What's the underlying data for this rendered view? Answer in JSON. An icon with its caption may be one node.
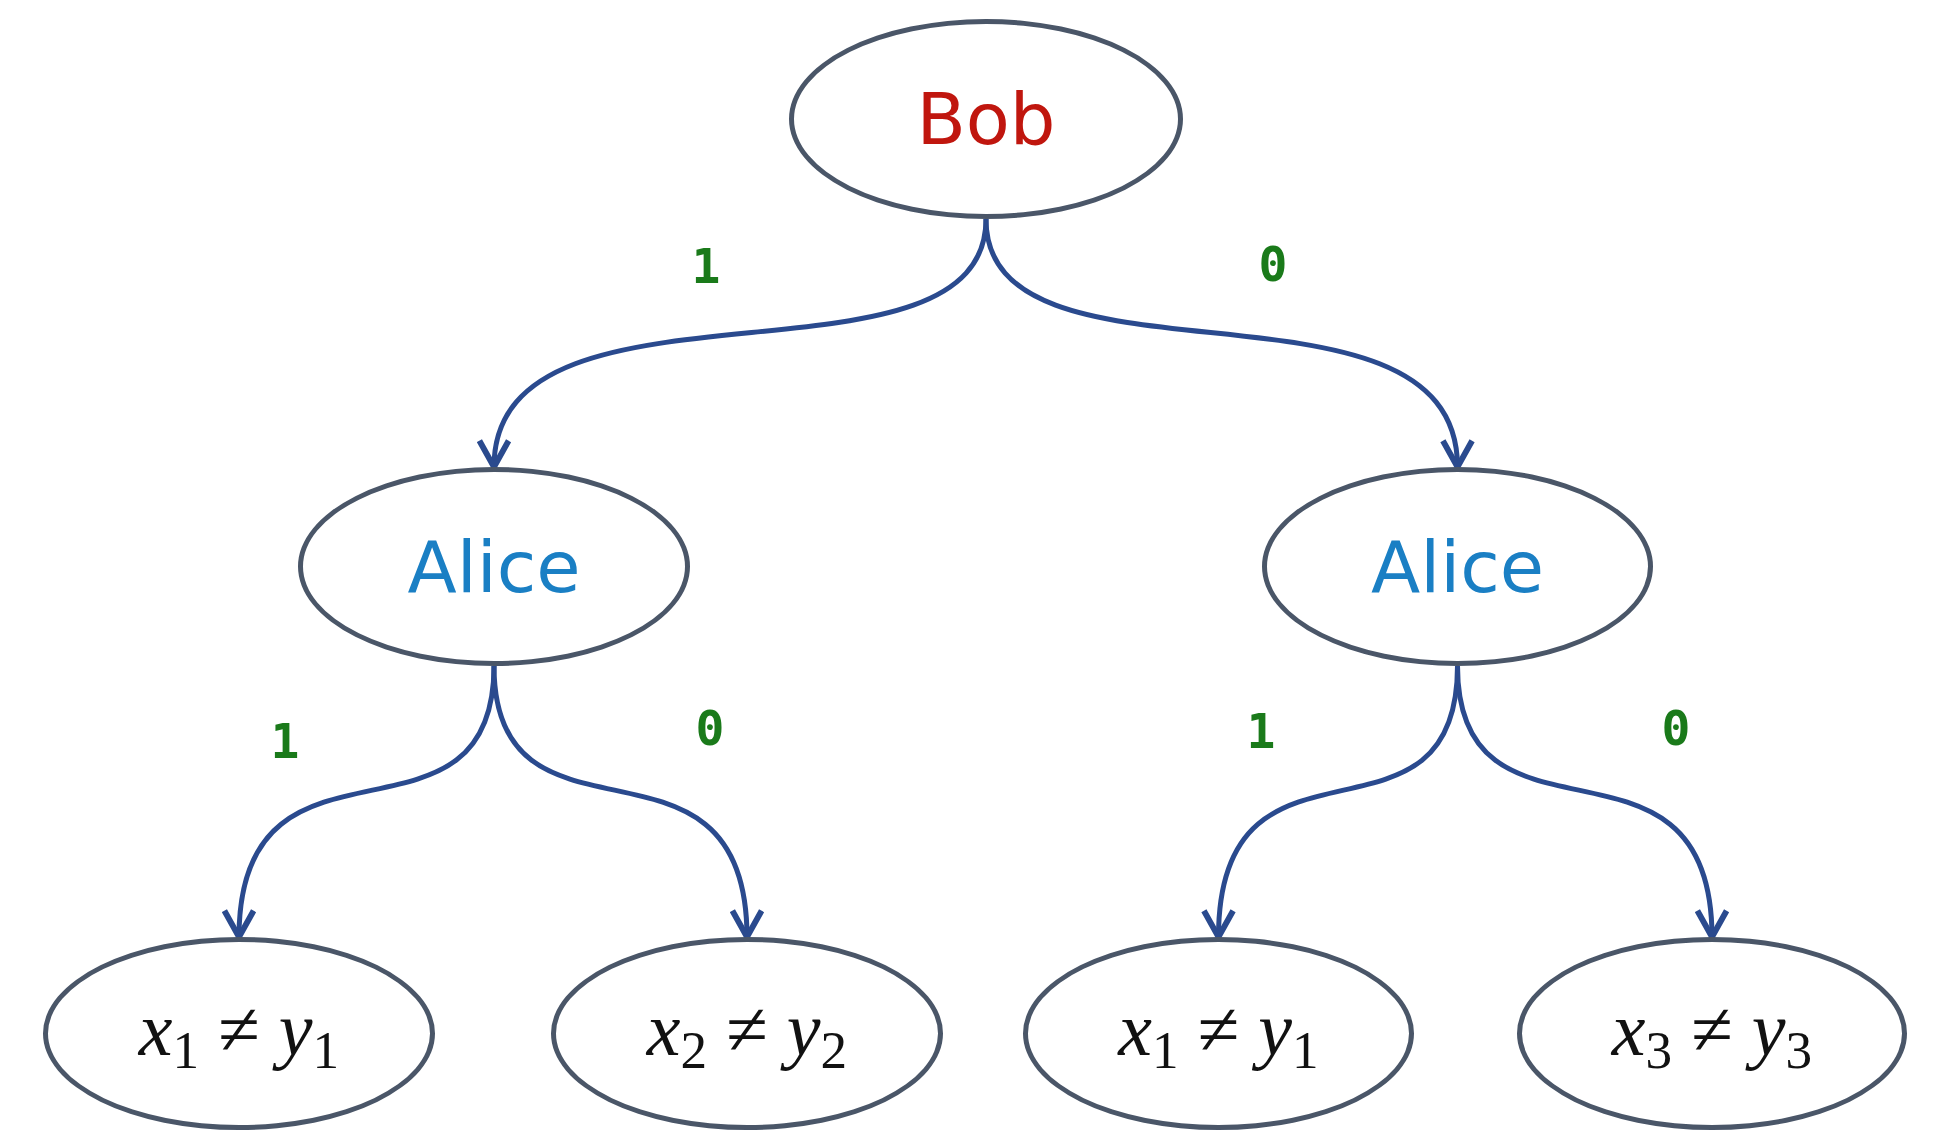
{
  "diagram": {
    "nodes": [
      {
        "text": [
          "Bob"
        ]
      },
      {
        "text": [
          "Alice"
        ]
      },
      {
        "text": [
          "Alice"
        ]
      },
      {
        "text": [
          "*x*$_{1}$ ≠ *y*$_{1}$"
        ]
      },
      {
        "text": [
          "*x*$_{2}$ ≠ *y*$_{2}$"
        ]
      },
      {
        "text": [
          "*x*$_{1}$ ≠ *y*$_{1}$"
        ]
      },
      {
        "text": [
          "*x*$_{3}$ ≠ *y*$_{3}$"
        ]
      }
    ],
    "edges": [
      {
        "from": 0,
        "to": 1,
        "arrow": "to",
        "label": "1"
      },
      {
        "from": 0,
        "to": 2,
        "arrow": "to",
        "label": "0"
      },
      {
        "from": 1,
        "to": 3,
        "arrow": "to",
        "label": "1"
      },
      {
        "from": 1,
        "to": 4,
        "arrow": "to",
        "label": "0"
      },
      {
        "from": 2,
        "to": 5,
        "arrow": "to",
        "label": "1"
      },
      {
        "from": 2,
        "to": 6,
        "arrow": "to",
        "label": "0"
      }
    ]
  }
}
